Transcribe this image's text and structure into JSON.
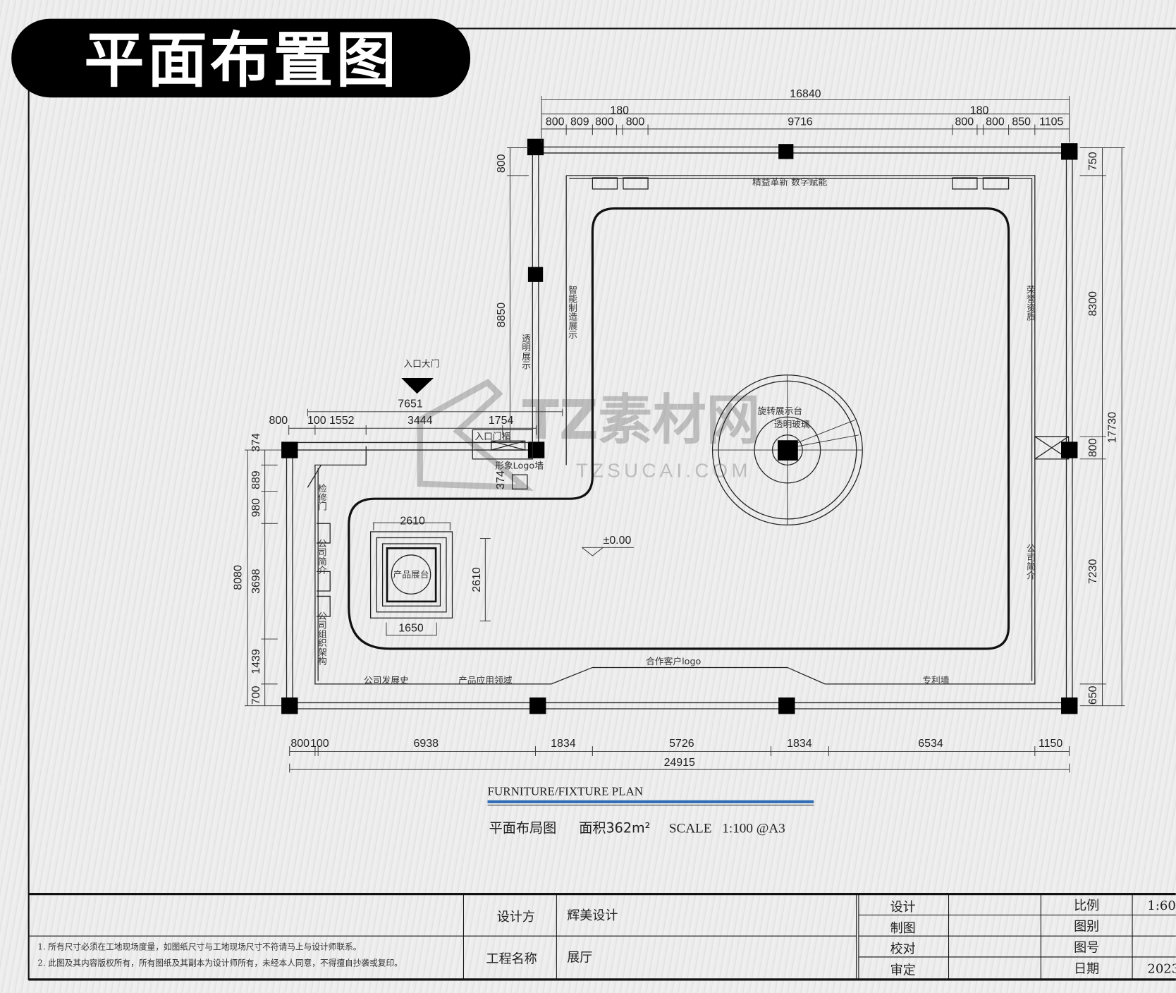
{
  "title": "平面布置图",
  "watermark": {
    "brand": "TZ素材网",
    "url": "TZSUCAI.COM"
  },
  "dims_top": {
    "overall": "16840",
    "small_a": "180",
    "small_b": "180",
    "segments": [
      "800",
      "809",
      "800",
      "800",
      "9716",
      "800",
      "800",
      "850",
      "1105"
    ]
  },
  "dims_left_upper": {
    "a": "800",
    "b": "8850"
  },
  "entrance": {
    "label": "入口大门",
    "overall": "7651",
    "a": "800",
    "b": "100 1552",
    "c": "3444",
    "d": "1754",
    "door_label": "入口门楣",
    "logo_wall": "形象Logo墙",
    "depth": "374"
  },
  "dims_left": [
    "374",
    "889",
    "980",
    "3698",
    "1439",
    "700"
  ],
  "dims_left_total": "8080",
  "dims_right": [
    "750",
    "8300",
    "800",
    "7230",
    "650"
  ],
  "dims_right_total": "17730",
  "dims_bottom": [
    "800",
    "100",
    "6938",
    "1834",
    "5726",
    "1834",
    "6534",
    "1150"
  ],
  "dims_bottom_total": "24915",
  "wall_labels": {
    "top": "精益革新 数字赋能",
    "service_door": "检修门",
    "left_intro": "公司简介",
    "left_org": "公司组织架构",
    "bottom_history": "公司发展史",
    "bottom_products": "产品应用领域",
    "bottom_clients": "合作客户logo",
    "bottom_patents": "专利墙",
    "right_upper": "荣誉资质",
    "right_lower": "公司简介",
    "inner_left_a": "透明展示",
    "inner_left_b": "智能制造展示"
  },
  "elevation": "±0.00",
  "product_stand": {
    "w": "2610",
    "h": "2610",
    "inner": "1650",
    "label": "产品展台"
  },
  "rotary_stand": {
    "label": "旋转展示台",
    "note": "透明玻璃"
  },
  "plan_caption": {
    "en": "FURNITURE/FIXTURE PLAN",
    "cn": "平面布局图",
    "area": "面积362m²",
    "scale_label": "SCALE",
    "scale": "1:100 @A3"
  },
  "title_block": {
    "notes": [
      "1.  所有尺寸必须在工地现场度量，如图纸尺寸与工地现场尺寸不符请马上与设计师联系。",
      "2.  此图及其内容版权所有，所有图纸及其副本为设计师所有，未经本人同意，不得擅自抄袭或复印。"
    ],
    "designer_label": "设计方",
    "designer": "辉美设计",
    "project_label": "工程名称",
    "project": "展厅",
    "roles": [
      "设计",
      "制图",
      "校对",
      "审定"
    ],
    "meta_labels": [
      "比例",
      "图别",
      "图号",
      "日期"
    ],
    "scale": "1:60",
    "date": "2023"
  },
  "colors": {
    "accent_line": "#2f6db5",
    "title_bg": "#000000"
  }
}
